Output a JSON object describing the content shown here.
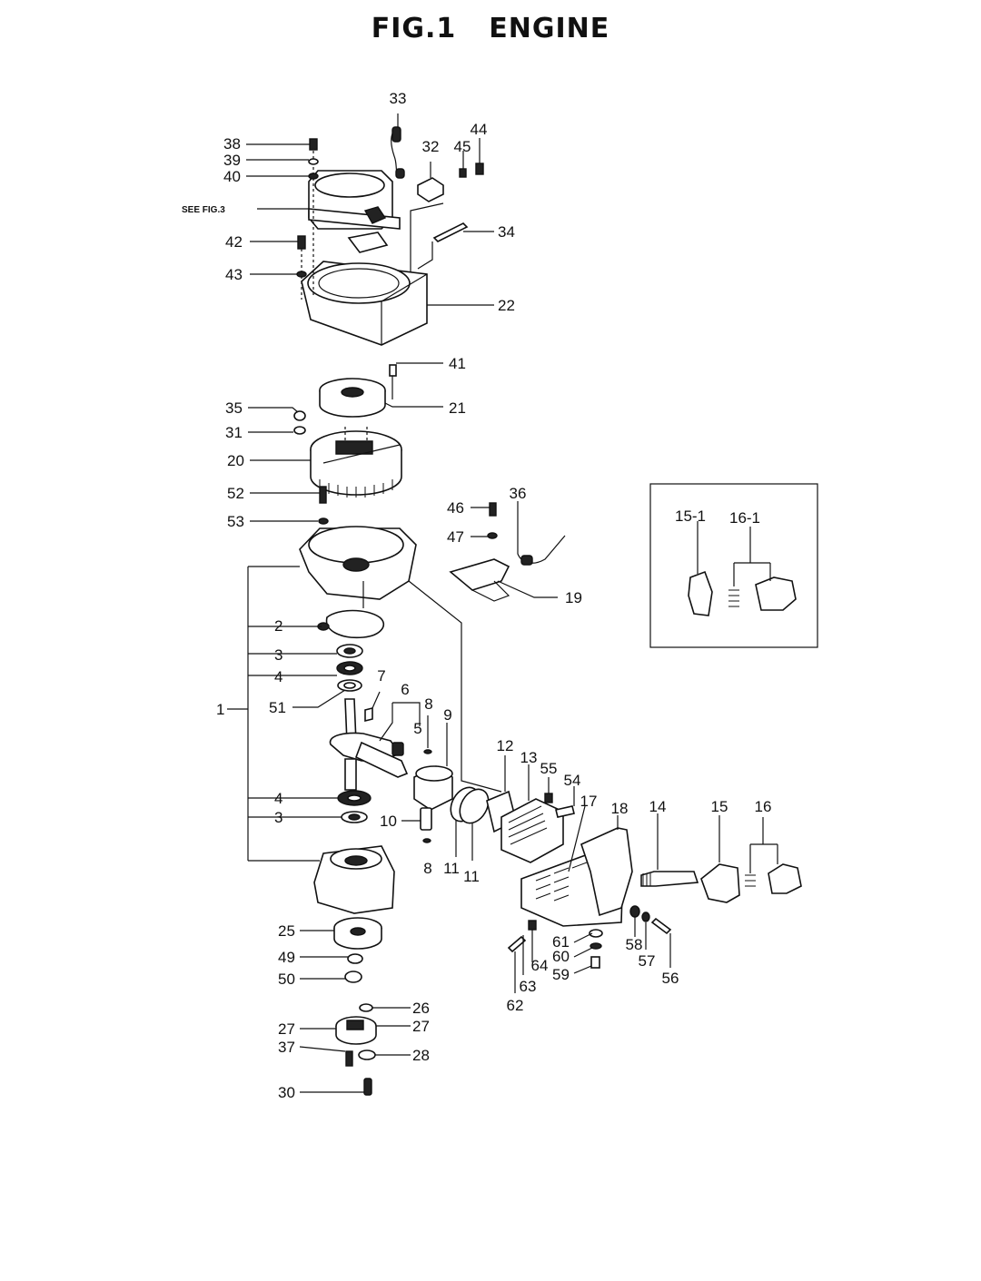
{
  "title": {
    "fig": "FIG.1",
    "name": "ENGINE"
  },
  "see_ref": "SEE FIG.3",
  "labels": {
    "l1": "1",
    "l2": "2",
    "l3a": "3",
    "l3b": "3",
    "l4a": "4",
    "l4b": "4",
    "l5": "5",
    "l6": "6",
    "l7": "7",
    "l8a": "8",
    "l8b": "8",
    "l9": "9",
    "l10": "10",
    "l11a": "11",
    "l11b": "11",
    "l12": "12",
    "l13": "13",
    "l14": "14",
    "l15": "15",
    "l15_1": "15-1",
    "l16": "16",
    "l16_1": "16-1",
    "l17": "17",
    "l18": "18",
    "l19": "19",
    "l20": "20",
    "l21": "21",
    "l22": "22",
    "l25": "25",
    "l26": "26",
    "l27a": "27",
    "l27b": "27",
    "l28": "28",
    "l30": "30",
    "l31": "31",
    "l32": "32",
    "l33": "33",
    "l34": "34",
    "l35": "35",
    "l36": "36",
    "l37": "37",
    "l38": "38",
    "l39": "39",
    "l40": "40",
    "l41": "41",
    "l42": "42",
    "l43": "43",
    "l44": "44",
    "l45": "45",
    "l46": "46",
    "l47": "47",
    "l49": "49",
    "l50": "50",
    "l51": "51",
    "l52": "52",
    "l53": "53",
    "l54": "54",
    "l55": "55",
    "l56": "56",
    "l57": "57",
    "l58": "58",
    "l59": "59",
    "l60": "60",
    "l61": "61",
    "l62": "62",
    "l63": "63",
    "l64": "64"
  }
}
